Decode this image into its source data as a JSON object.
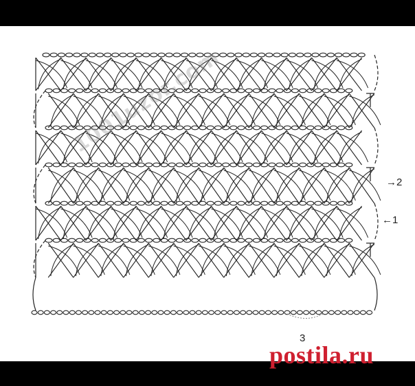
{
  "diagram": {
    "rows": [
      {
        "label": "→2"
      },
      {
        "label": "←1"
      }
    ],
    "repeat_label": "3",
    "watermark": "1001uzor.com"
  },
  "branding": {
    "site_name": "postila.ru",
    "color": "#cf2030"
  },
  "colors": {
    "ink": "#222222",
    "background": "#ffffff",
    "frame": "#000000"
  }
}
